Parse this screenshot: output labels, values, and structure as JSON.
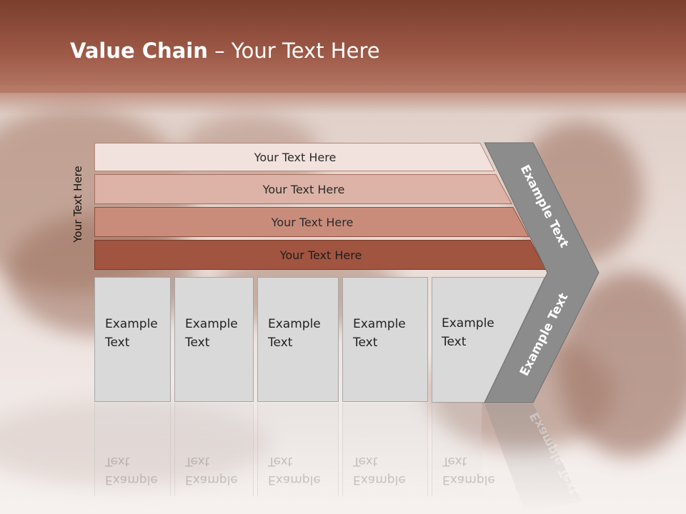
{
  "title": {
    "bold": "Value Chain",
    "rest": " – Your Text Here"
  },
  "side_label": "Your Text Here",
  "bars": [
    {
      "label": "Your Text Here",
      "fill": "#f1e2dd",
      "stroke": "#b48676"
    },
    {
      "label": "Your Text Here",
      "fill": "#dcb3a6",
      "stroke": "#a86e5d"
    },
    {
      "label": "Your Text Here",
      "fill": "#c98c7b",
      "stroke": "#8e4f3e"
    },
    {
      "label": "Your Text Here",
      "fill": "#a15440",
      "stroke": "#7a3a2a"
    }
  ],
  "boxes": [
    {
      "line1": "Example",
      "line2": "Text"
    },
    {
      "line1": "Example",
      "line2": "Text"
    },
    {
      "line1": "Example",
      "line2": "Text"
    },
    {
      "line1": "Example",
      "line2": "Text"
    },
    {
      "line1": "Example",
      "line2": "Text"
    }
  ],
  "chevron": {
    "top_text": "Example Text",
    "bottom_text": "Example Text",
    "fill": "#8c8c8c"
  }
}
